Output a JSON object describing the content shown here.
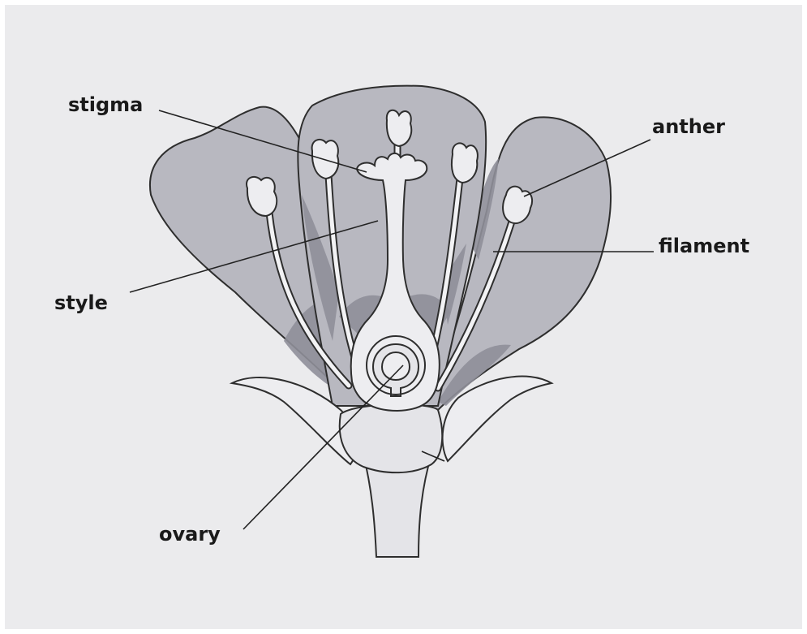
{
  "diagram": {
    "labels": {
      "stigma": "stigma",
      "anther": "anther",
      "filament": "filament",
      "style": "style",
      "ovary": "ovary"
    },
    "colors": {
      "background": "#ebebed",
      "petal_fill": "#b8b8c0",
      "petal_dark": "#8f8f99",
      "outline": "#333333",
      "organ_fill": "#e4e4e8",
      "label_text": "#1a1a1a"
    }
  }
}
